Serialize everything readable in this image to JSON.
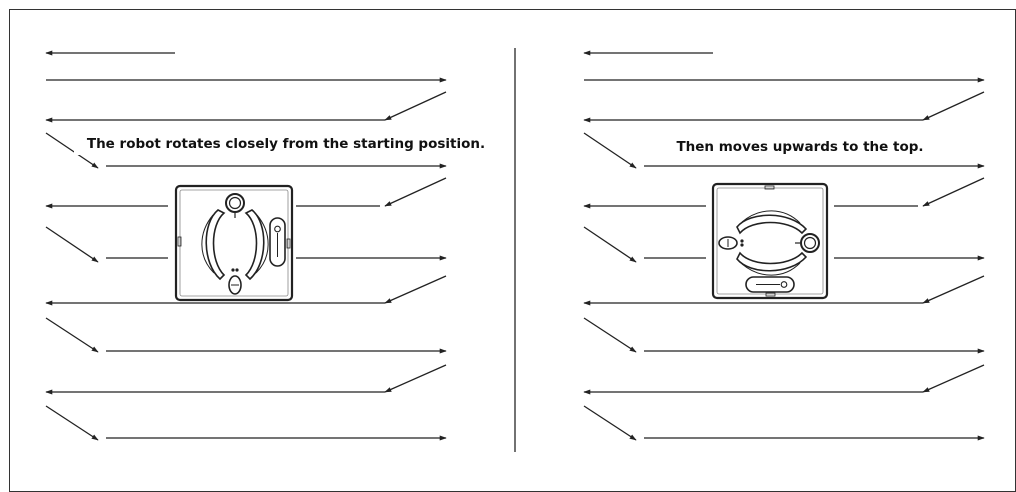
{
  "panels": [
    {
      "id": "left",
      "caption": "The robot rotates closely from the  starting position.",
      "robot_orientation": "vertical"
    },
    {
      "id": "right",
      "caption": "Then moves upwards to the top.",
      "robot_orientation": "horizontal"
    }
  ],
  "colors": {
    "line": "#222222",
    "frame": "#333333",
    "divider": "#444444"
  }
}
